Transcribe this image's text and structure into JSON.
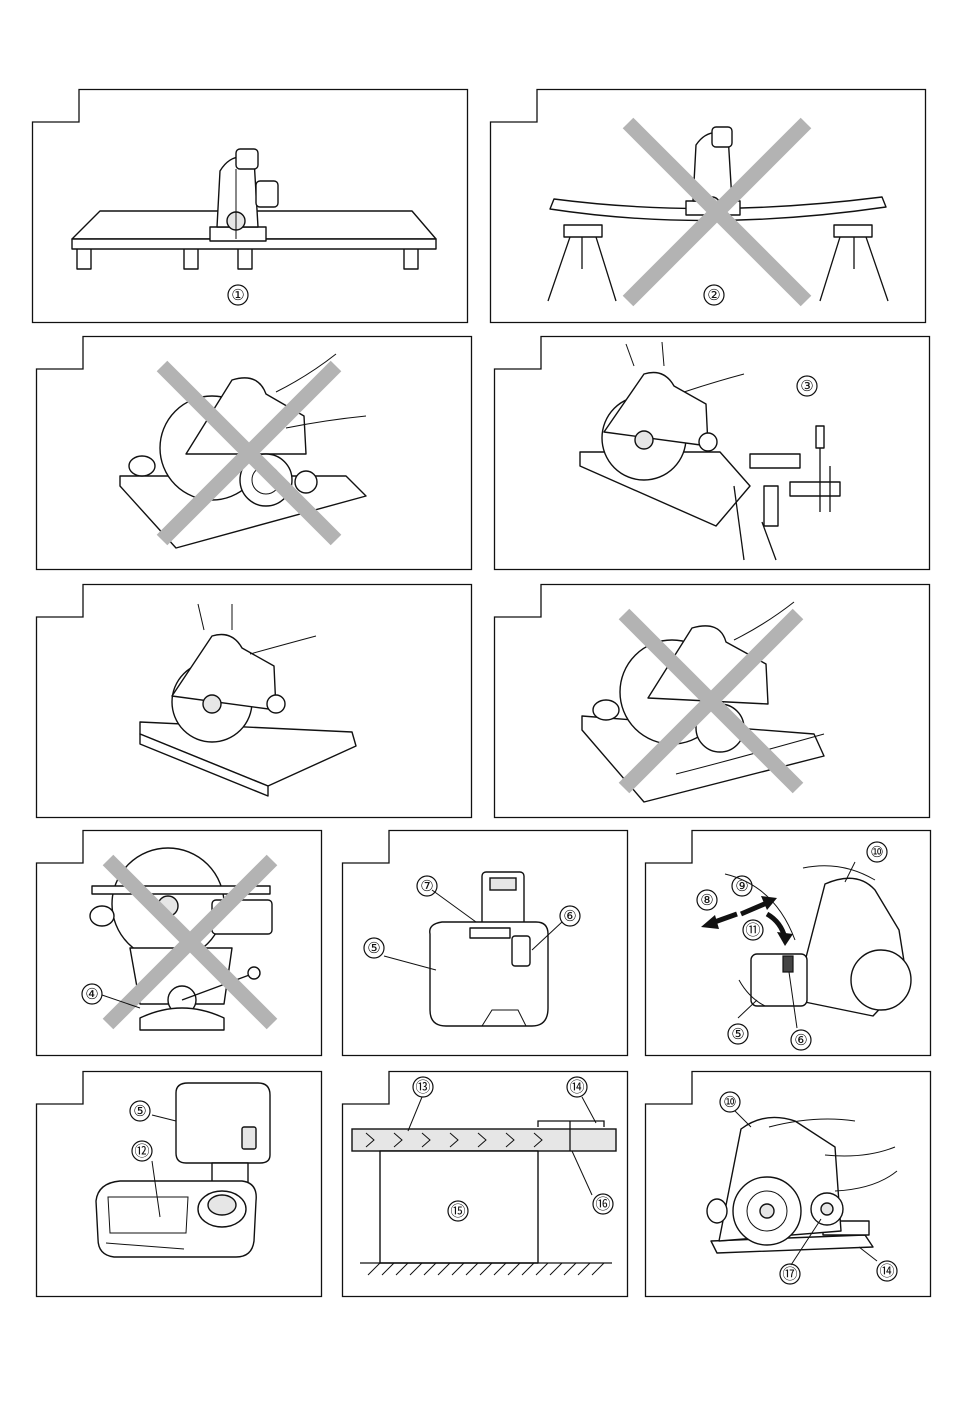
{
  "figures": [
    {
      "id": "fig-1",
      "callouts": [
        "①"
      ],
      "prohibited": false
    },
    {
      "id": "fig-2",
      "callouts": [
        "②"
      ],
      "prohibited": true
    },
    {
      "id": "fig-3",
      "callouts": [],
      "prohibited": true
    },
    {
      "id": "fig-4",
      "callouts": [
        "③"
      ],
      "prohibited": false
    },
    {
      "id": "fig-5",
      "callouts": [],
      "prohibited": false
    },
    {
      "id": "fig-6",
      "callouts": [],
      "prohibited": true
    },
    {
      "id": "fig-7",
      "callouts": [
        "④"
      ],
      "prohibited": true
    },
    {
      "id": "fig-8",
      "callouts": [
        "⑤",
        "⑥",
        "⑦"
      ],
      "prohibited": false
    },
    {
      "id": "fig-9",
      "callouts": [
        "⑧",
        "⑨",
        "⑩",
        "⑪",
        "⑤",
        "⑥"
      ],
      "prohibited": false
    },
    {
      "id": "fig-10",
      "callouts": [
        "⑤",
        "⑫"
      ],
      "prohibited": false
    },
    {
      "id": "fig-11",
      "callouts": [
        "⑬",
        "⑭",
        "⑮",
        "⑯"
      ],
      "prohibited": false
    },
    {
      "id": "fig-12",
      "callouts": [
        "⑩",
        "⑰",
        "⑭"
      ],
      "prohibited": false
    }
  ],
  "colors": {
    "line": "#111111",
    "cross": "#b3b3b3",
    "paper": "#ffffff"
  }
}
